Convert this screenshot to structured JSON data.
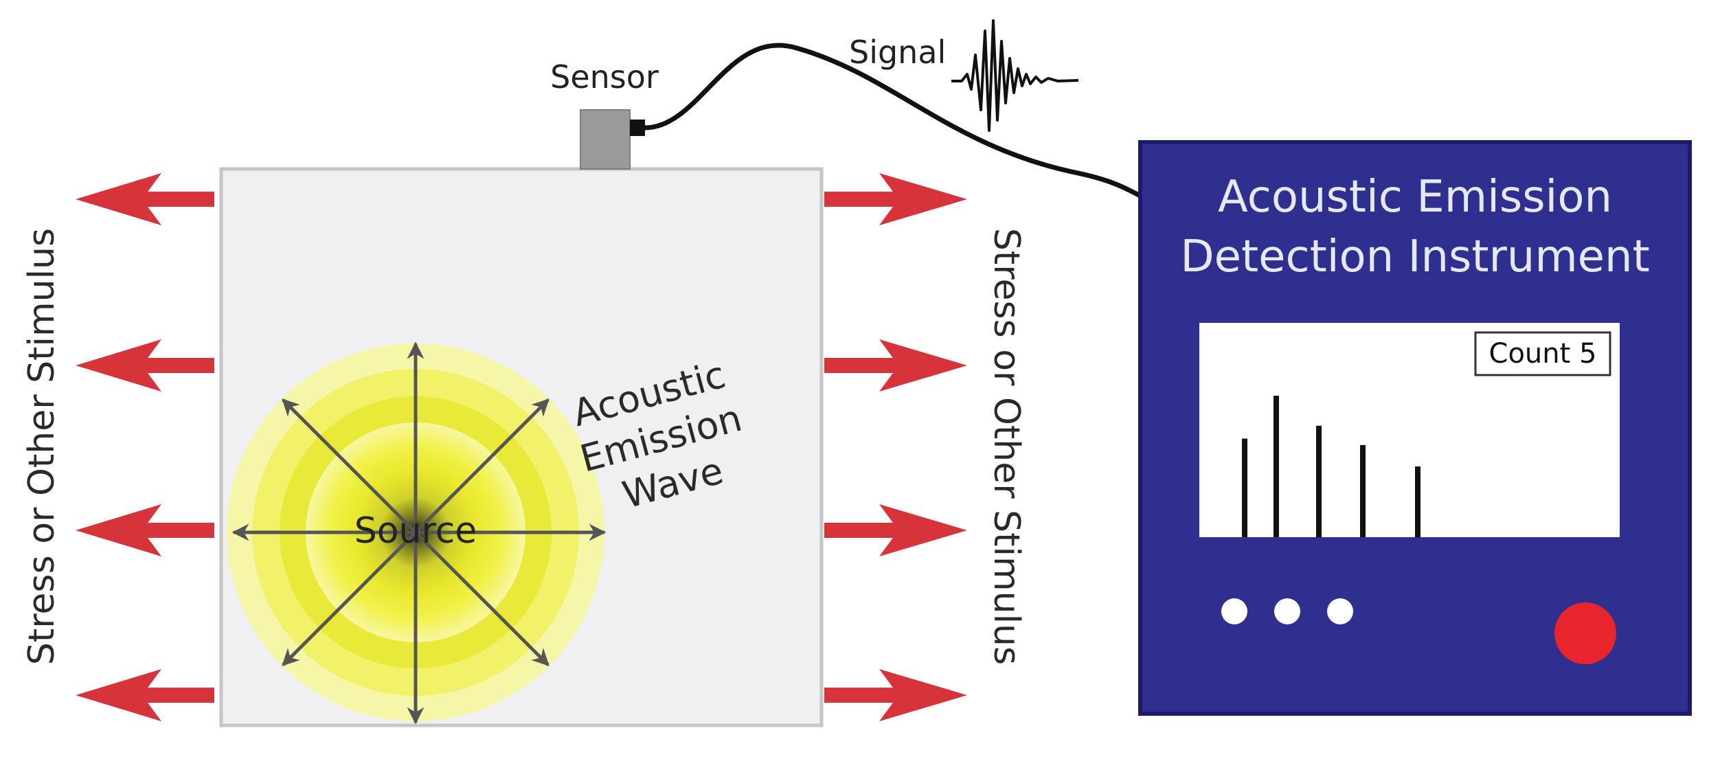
{
  "labels": {
    "sensor": "Sensor",
    "signal": "Signal",
    "source": "Source",
    "wave_lines": [
      "Acoustic",
      "Emission",
      "Wave"
    ],
    "stress_left": "Stress or Other Stimulus",
    "stress_right": "Stress or Other Stimulus"
  },
  "instrument": {
    "title_lines": [
      "Acoustic Emission",
      "Detection Instrument"
    ],
    "count_label": "Count 5",
    "bar_heights": [
      0.46,
      0.66,
      0.52,
      0.43,
      0.33
    ],
    "indicator_lights": 3
  },
  "colors": {
    "instrument_body": "#2f2f8f",
    "stress_arrow": "#d7333a",
    "specimen": "#f0f0f2",
    "glow": "#f2f23a",
    "sensor": "#9a9a9a",
    "power_button": "#e8242c"
  },
  "icons": [
    "stress-arrow-icon",
    "sensor-icon",
    "signal-waveform-icon",
    "power-button-icon",
    "indicator-light-icon"
  ]
}
